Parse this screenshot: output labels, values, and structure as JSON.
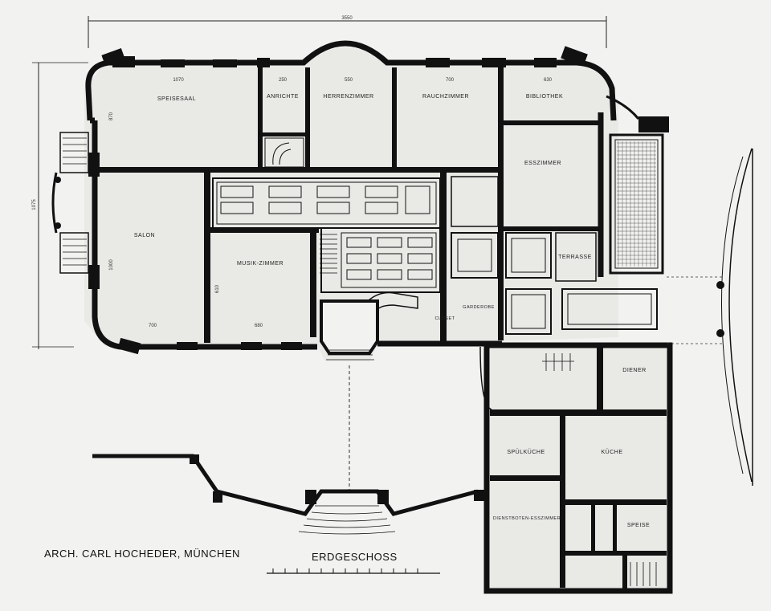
{
  "plan": {
    "caption_architect": "ARCH. CARL HOCHEDER, MÜNCHEN",
    "caption_floor": "ERDGESCHOSS",
    "overall_dimension": "3550"
  },
  "rooms": {
    "speisesaal": "SPEISESAAL",
    "anrichte": "ANRICHTE",
    "herrenzimmer": "HERRENZIMMER",
    "rauchzimmer": "RAUCHZIMMER",
    "bibliothek": "BIBLIOTHEK",
    "esszimmer": "ESSZIMMER",
    "salon": "SALON",
    "musikzimmer": "MUSIK-ZIMMER",
    "terrasse": "TERRASSE",
    "garderobe": "GARDEROBE",
    "closet": "CLOSET",
    "diener": "DIENER",
    "spuelkueche": "SPÜLKÜCHE",
    "kueche": "KÜCHE",
    "dienstboten": "DIENSTBOTEN-ESSZIMMER",
    "speise": "SPEISE"
  },
  "dimensions": {
    "d1070": "1070",
    "d250": "250",
    "d550": "550",
    "d700a": "700",
    "d630": "630",
    "d870": "870",
    "d1000": "1000",
    "d700b": "700",
    "d680": "680",
    "d610": "610",
    "d1075": "1075"
  }
}
